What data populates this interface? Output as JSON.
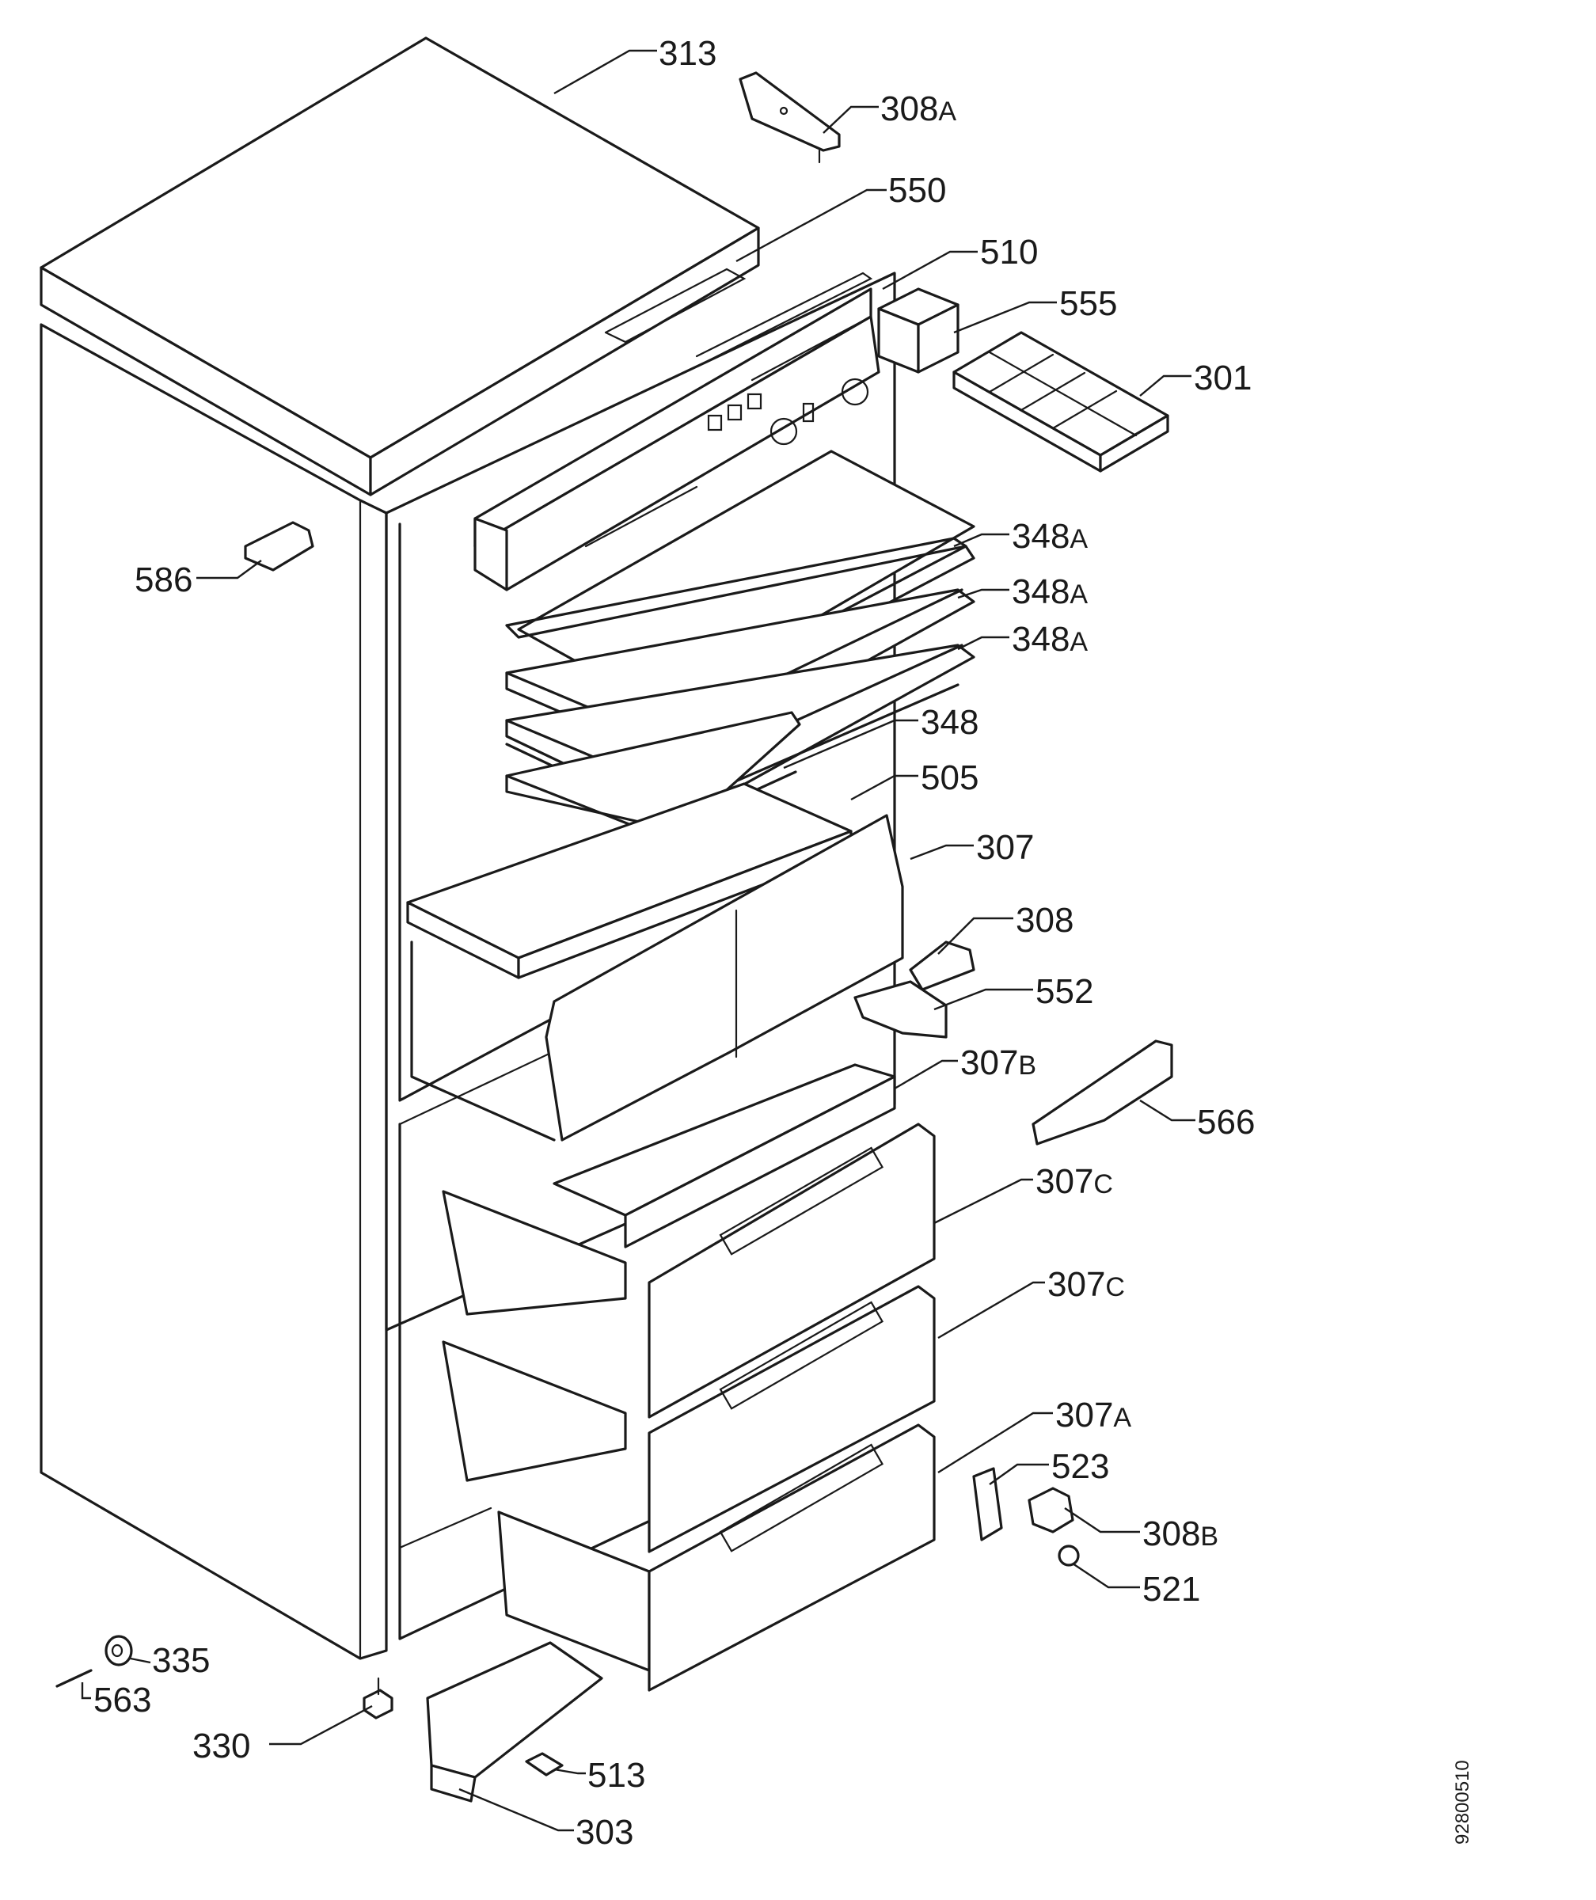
{
  "labels": [
    {
      "id": "313",
      "num": "313",
      "suffix": ""
    },
    {
      "id": "308a",
      "num": "308",
      "suffix": "A"
    },
    {
      "id": "550",
      "num": "550",
      "suffix": ""
    },
    {
      "id": "510",
      "num": "510",
      "suffix": ""
    },
    {
      "id": "555",
      "num": "555",
      "suffix": ""
    },
    {
      "id": "301",
      "num": "301",
      "suffix": ""
    },
    {
      "id": "586",
      "num": "586",
      "suffix": ""
    },
    {
      "id": "348a-1",
      "num": "348",
      "suffix": "A"
    },
    {
      "id": "348a-2",
      "num": "348",
      "suffix": "A"
    },
    {
      "id": "348a-3",
      "num": "348",
      "suffix": "A"
    },
    {
      "id": "348",
      "num": "348",
      "suffix": ""
    },
    {
      "id": "505",
      "num": "505",
      "suffix": ""
    },
    {
      "id": "307",
      "num": "307",
      "suffix": ""
    },
    {
      "id": "308",
      "num": "308",
      "suffix": ""
    },
    {
      "id": "552",
      "num": "552",
      "suffix": ""
    },
    {
      "id": "307b",
      "num": "307",
      "suffix": "B"
    },
    {
      "id": "566",
      "num": "566",
      "suffix": ""
    },
    {
      "id": "307c-1",
      "num": "307",
      "suffix": "C"
    },
    {
      "id": "307c-2",
      "num": "307",
      "suffix": "C"
    },
    {
      "id": "307a",
      "num": "307",
      "suffix": "A"
    },
    {
      "id": "523",
      "num": "523",
      "suffix": ""
    },
    {
      "id": "308b",
      "num": "308",
      "suffix": "B"
    },
    {
      "id": "521",
      "num": "521",
      "suffix": ""
    },
    {
      "id": "335",
      "num": "335",
      "suffix": ""
    },
    {
      "id": "563",
      "num": "563",
      "suffix": ""
    },
    {
      "id": "330",
      "num": "330",
      "suffix": ""
    },
    {
      "id": "513",
      "num": "513",
      "suffix": ""
    },
    {
      "id": "303",
      "num": "303",
      "suffix": ""
    }
  ],
  "drawing_number": "92800510"
}
